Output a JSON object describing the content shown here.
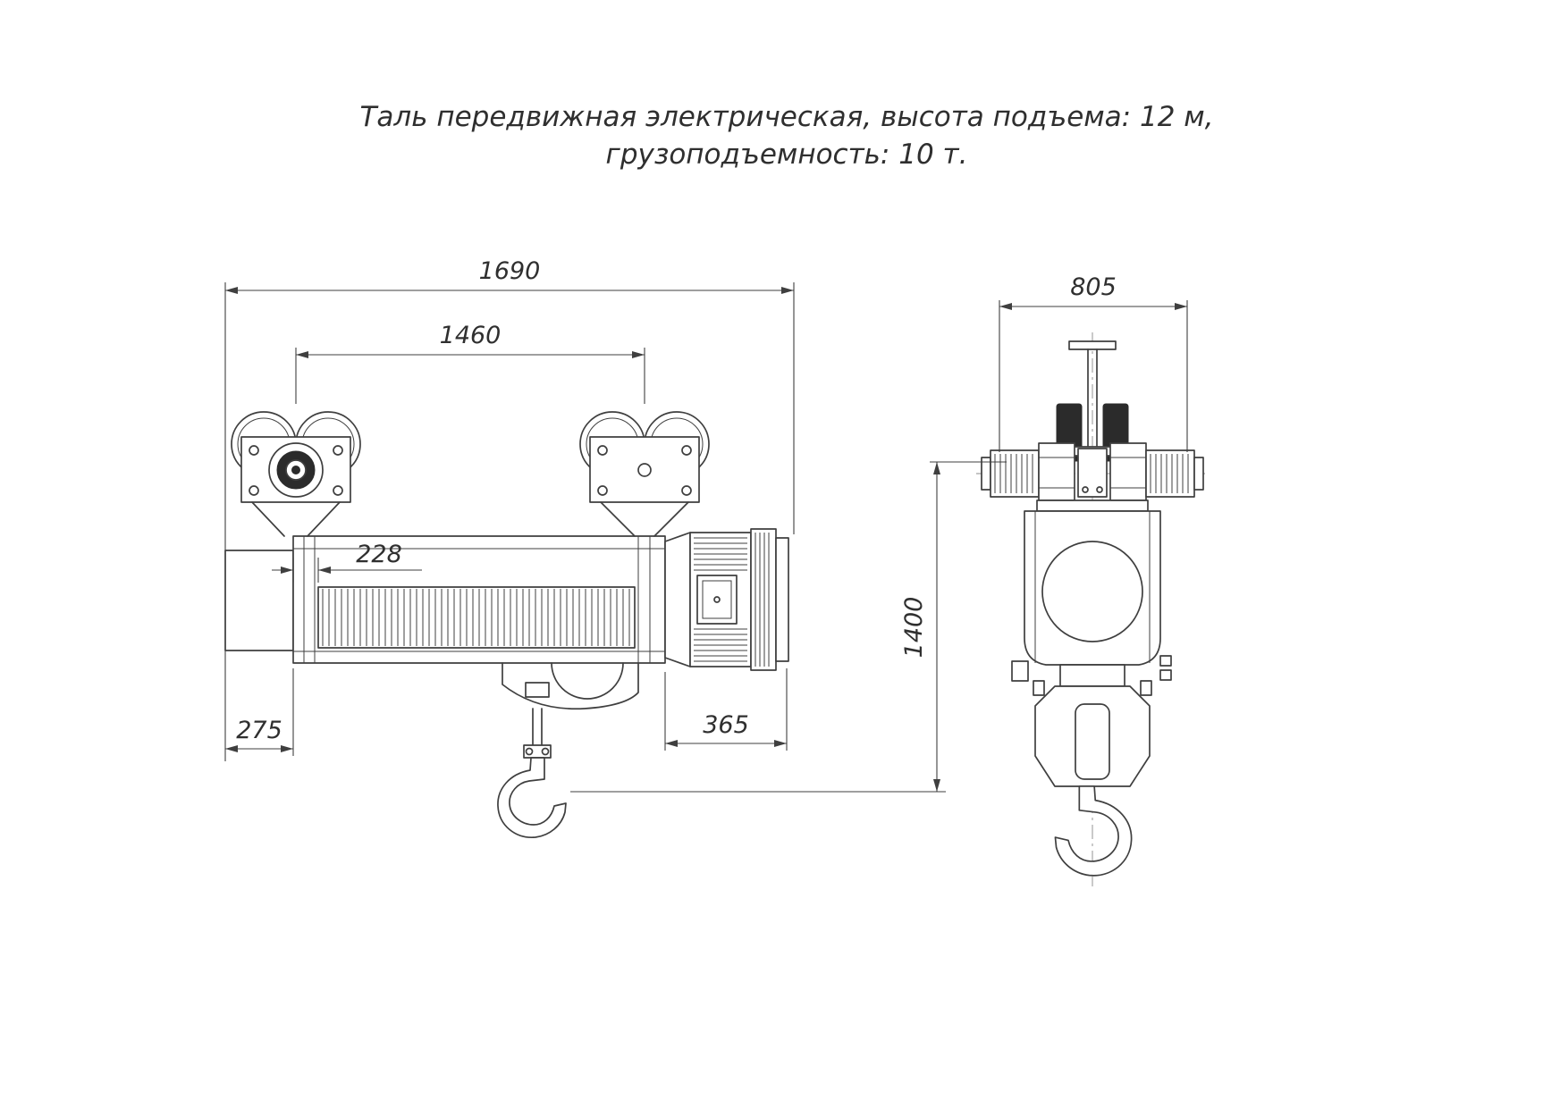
{
  "title": {
    "line1": "Таль передвижная электрическая, высота подъема: 12 м,",
    "line2": "грузоподъемность: 10 т."
  },
  "dimensions": {
    "overall_length": "1690",
    "wheelbase": "1460",
    "drum_offset": "228",
    "left_overhang": "275",
    "motor_length": "365",
    "end_view_width": "805",
    "hook_drop": "1400"
  },
  "colors": {
    "line": "#3f3f3f",
    "background": "#ffffff",
    "dark_fill": "#2b2b2b",
    "text": "#2f2f2f"
  }
}
